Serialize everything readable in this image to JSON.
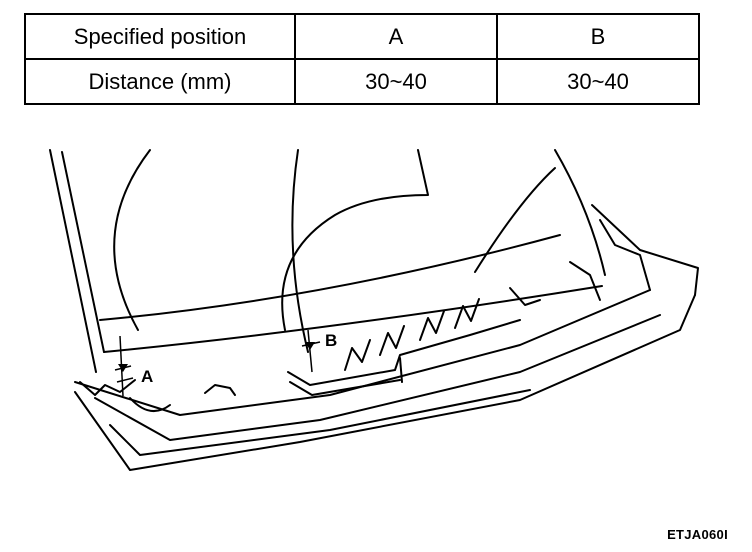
{
  "table": {
    "header": [
      "Specified position",
      "A",
      "B"
    ],
    "row": [
      "Distance (mm)",
      "30~40",
      "30~40"
    ]
  },
  "diagram": {
    "label_a": "A",
    "label_b": "B"
  },
  "figure_code": "ETJA060I"
}
